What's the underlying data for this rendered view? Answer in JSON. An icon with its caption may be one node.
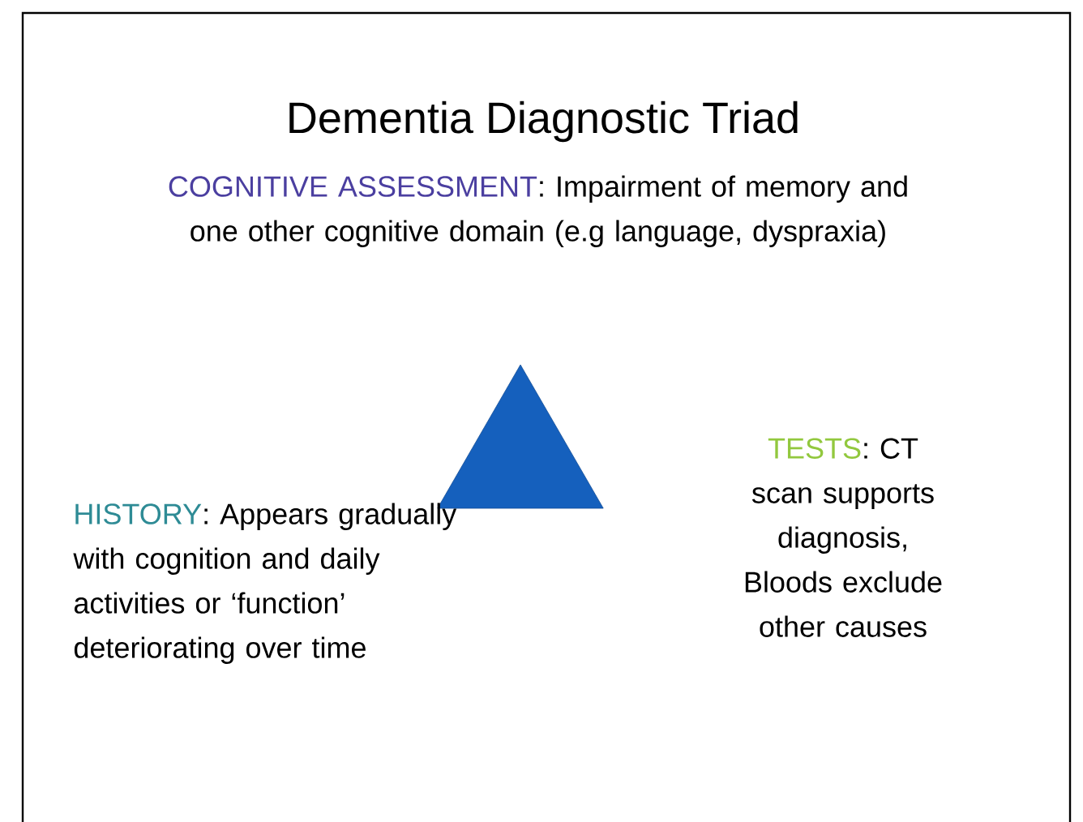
{
  "diagram": {
    "title": "Dementia Diagnostic Triad",
    "nodes": [
      {
        "text": [
          "COGNITIVE ASSESSMENT",
          ": Impairment of memory and one other cognitive domain (e.g language, dyspraxia)"
        ]
      },
      {
        "text": [],
        "shape": "triangle"
      },
      {
        "text": [
          "HISTORY",
          ": Appears gradually with cognition and daily activities or ‘function’ deteriorating over time"
        ]
      },
      {
        "text": [
          "TESTS",
          ": CT scan supports diagnosis, Bloods exclude other causes"
        ]
      }
    ]
  }
}
